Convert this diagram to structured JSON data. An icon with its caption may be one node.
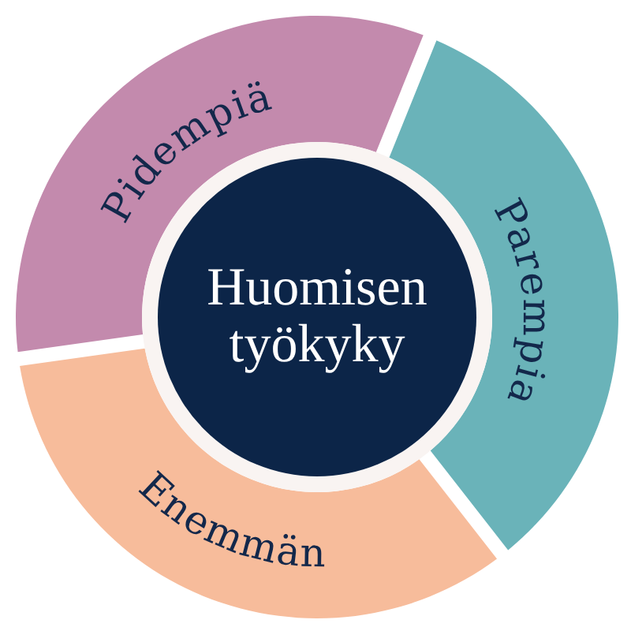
{
  "diagram": {
    "nodes": [
      {
        "text": [
          "Pidempiä"
        ]
      },
      {
        "text": [
          "Parempia"
        ]
      },
      {
        "text": [
          "Huomisen työkyky"
        ]
      },
      {
        "text": [
          "Enemmän"
        ]
      }
    ]
  }
}
